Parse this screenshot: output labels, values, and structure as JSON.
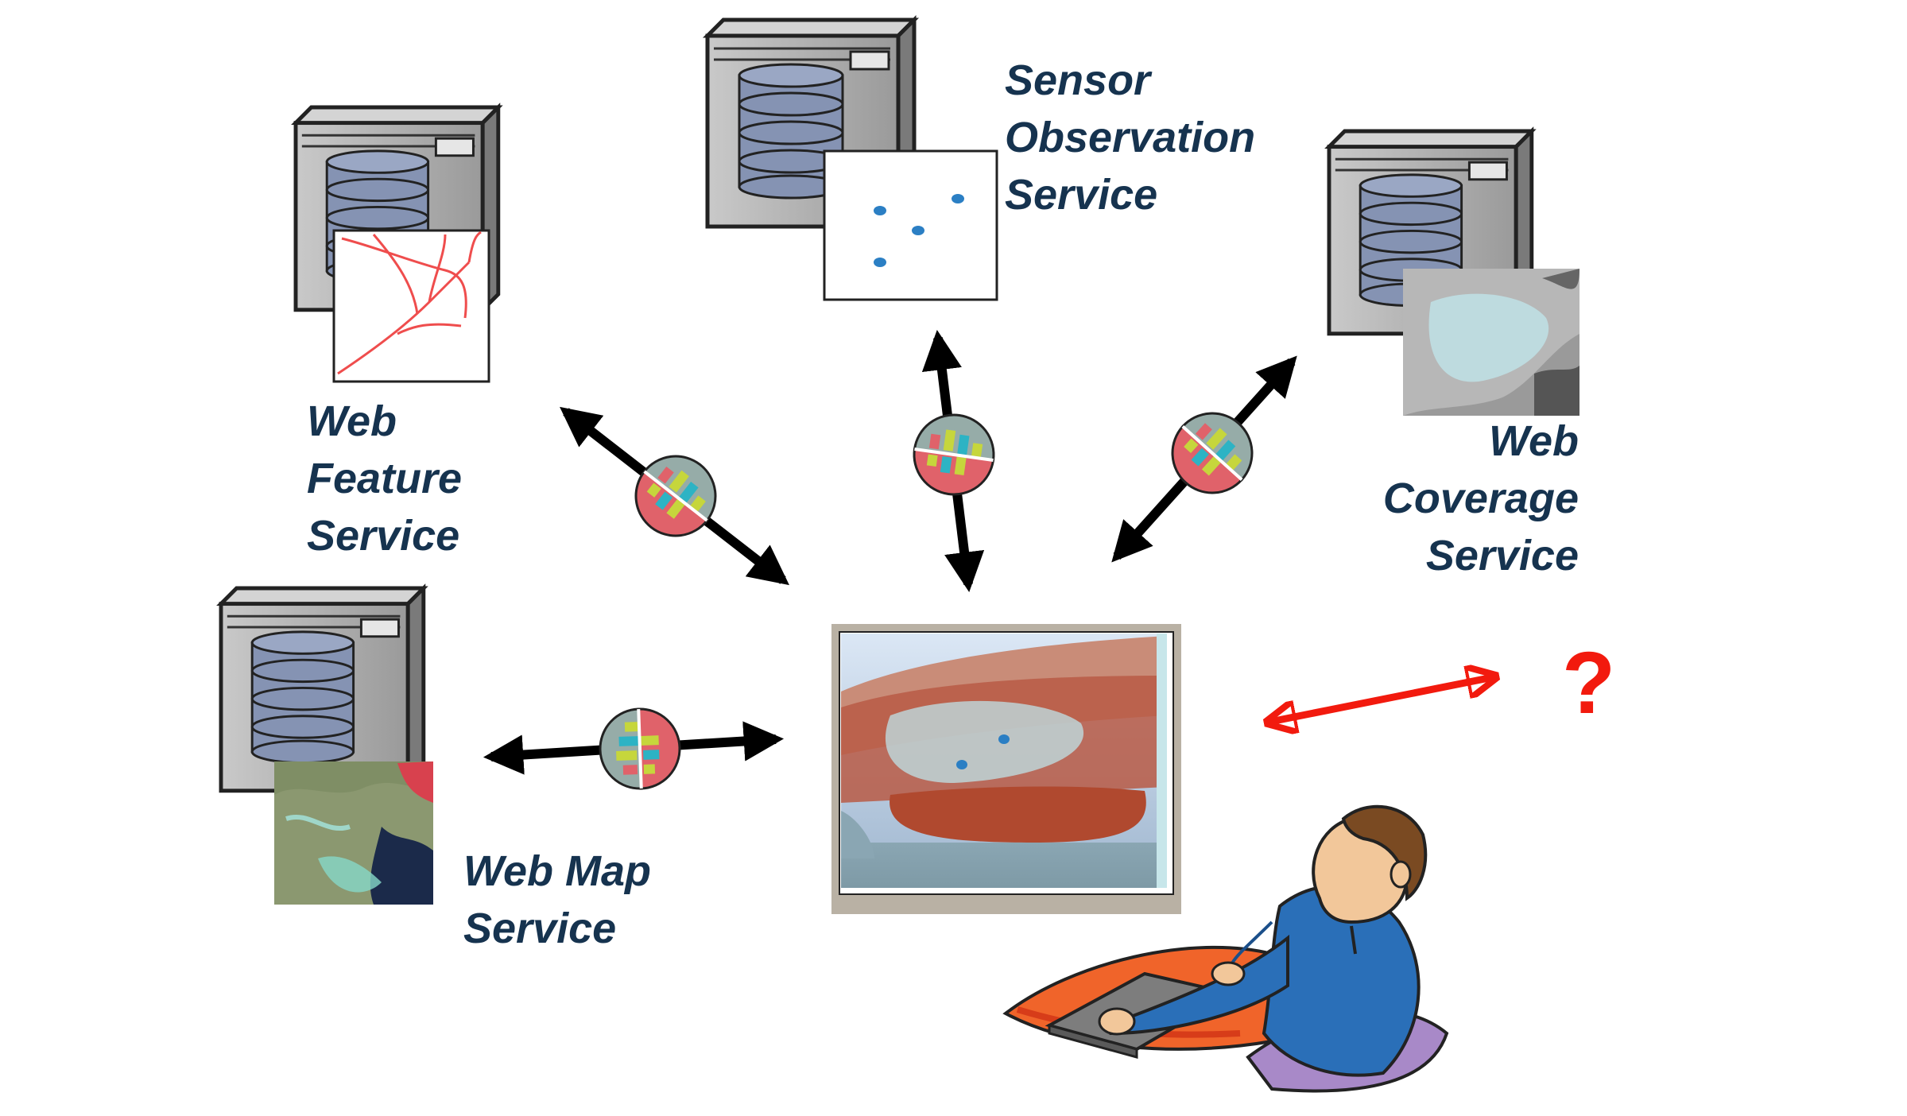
{
  "labels": {
    "wfs": [
      "Web",
      "Feature",
      "Service"
    ],
    "sos": [
      "Sensor",
      "Observation",
      "Service"
    ],
    "wcs": [
      "Web",
      "Coverage",
      "Service"
    ],
    "wms": [
      "Web Map",
      "Service"
    ],
    "unknown": "?"
  },
  "colors": {
    "label_text": "#16334f",
    "arrow_black": "#000000",
    "arrow_red": "#f21a0e",
    "connector_top": "#96aca8",
    "connector_bottom": "#e0626a",
    "server_gray": "#a4a4a4",
    "database_blue": "#8593b3",
    "person_shirt": "#2a6fb8",
    "chair_purple": "#a889c8"
  },
  "icons": [
    "server-icon",
    "database-icon",
    "connector-icon",
    "globe-map-icon",
    "person-icon"
  ]
}
